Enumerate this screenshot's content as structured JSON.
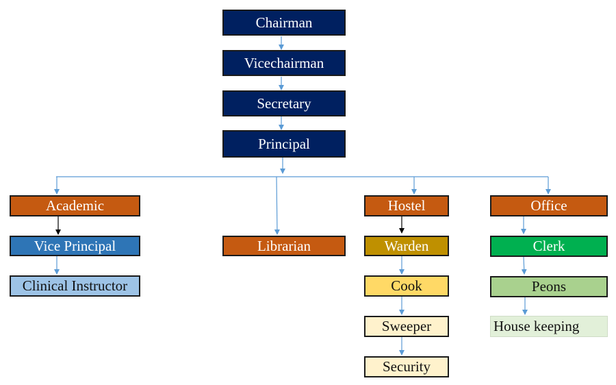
{
  "nodes": {
    "chairman": {
      "label": "Chairman",
      "color": "#002060"
    },
    "vicechairman": {
      "label": "Vicechairman",
      "color": "#002060"
    },
    "secretary": {
      "label": "Secretary",
      "color": "#002060"
    },
    "principal": {
      "label": "Principal",
      "color": "#002060"
    },
    "academic": {
      "label": "Academic",
      "color": "#C55A11"
    },
    "vice_principal": {
      "label": "Vice Principal",
      "color": "#2E75B6"
    },
    "clinical": {
      "label": "Clinical Instructor",
      "color": "#9DC3E6"
    },
    "librarian": {
      "label": "Librarian",
      "color": "#C55A11"
    },
    "hostel": {
      "label": "Hostel",
      "color": "#C55A11"
    },
    "warden": {
      "label": "Warden",
      "color": "#BF9000"
    },
    "cook": {
      "label": "Cook",
      "color": "#FFD966"
    },
    "sweeper": {
      "label": "Sweeper",
      "color": "#FFF2CC"
    },
    "security": {
      "label": "Security",
      "color": "#FFF2CC"
    },
    "office": {
      "label": "Office",
      "color": "#C55A11"
    },
    "clerk": {
      "label": "Clerk",
      "color": "#00B050"
    },
    "peons": {
      "label": "Peons",
      "color": "#A9D18E"
    },
    "housekeeping": {
      "label": "House keeping",
      "color": "#E2F0D9"
    }
  },
  "connector_color": "#5B9BD5",
  "accent_arrow_color": "#000000"
}
